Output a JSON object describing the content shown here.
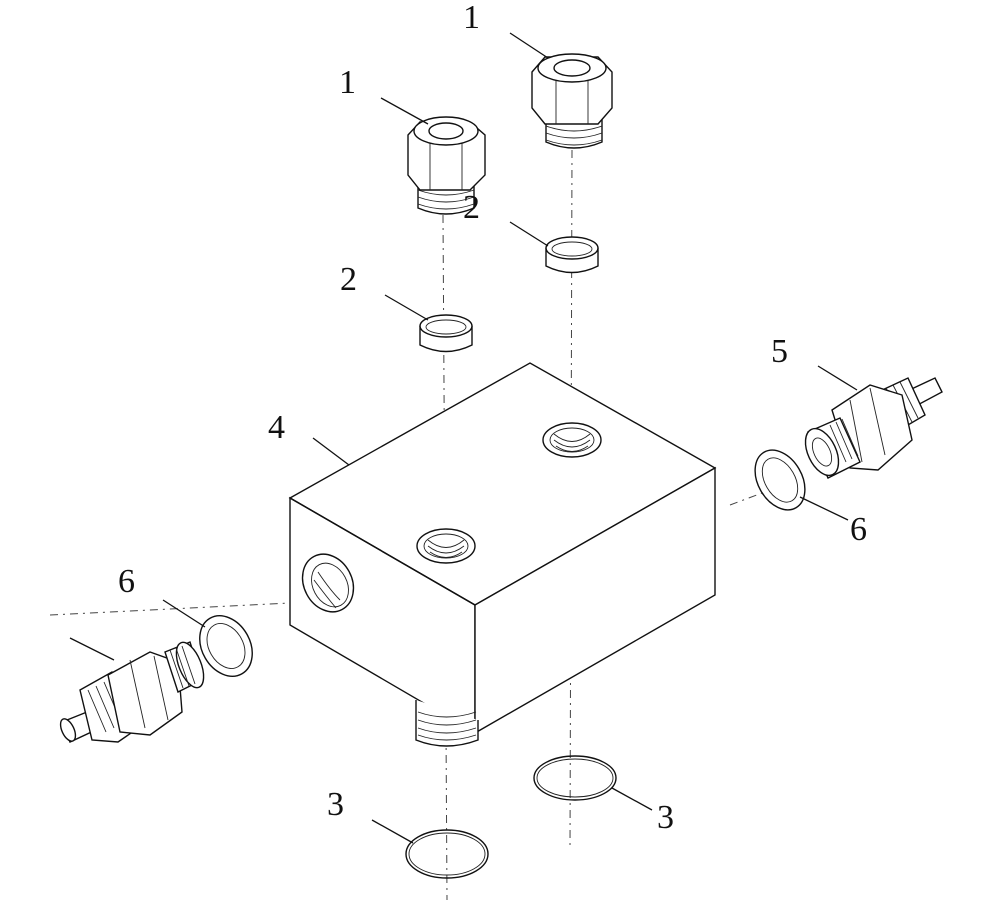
{
  "diagram": {
    "type": "exploded-assembly-drawing",
    "callouts": [
      {
        "id": "callout-1a",
        "label": "1"
      },
      {
        "id": "callout-1b",
        "label": "1"
      },
      {
        "id": "callout-2a",
        "label": "2"
      },
      {
        "id": "callout-2b",
        "label": "2"
      },
      {
        "id": "callout-3a",
        "label": "3"
      },
      {
        "id": "callout-3b",
        "label": "3"
      },
      {
        "id": "callout-4",
        "label": "4"
      },
      {
        "id": "callout-5",
        "label": "5"
      },
      {
        "id": "callout-6a",
        "label": "6"
      },
      {
        "id": "callout-6b",
        "label": "6"
      }
    ],
    "parts": [
      {
        "label": "1",
        "shape": "hex-fitting",
        "count": 2
      },
      {
        "label": "2",
        "shape": "sleeve-ring",
        "count": 2
      },
      {
        "label": "3",
        "shape": "o-ring",
        "count": 2
      },
      {
        "label": "4",
        "shape": "manifold-block",
        "count": 1
      },
      {
        "label": "5",
        "shape": "pressure-switch-fitting",
        "count": 2
      },
      {
        "label": "6",
        "shape": "washer",
        "count": 2
      }
    ],
    "line_color": "#111111",
    "background": "#ffffff"
  }
}
